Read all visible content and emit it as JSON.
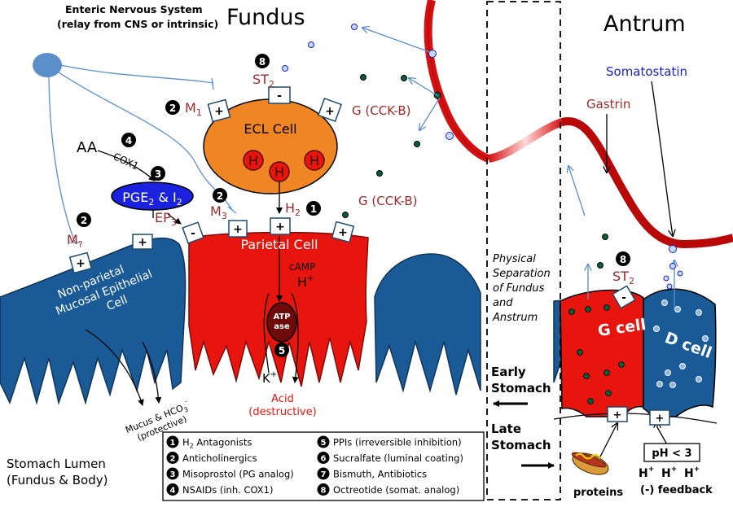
{
  "titles": {
    "fundus": "Fundus",
    "antrum": "Antrum"
  },
  "enteric": {
    "line1": "Enteric Nervous System",
    "line2": "(relay from CNS or intrinsic)"
  },
  "ecl": {
    "label": "ECL Cell",
    "histamine": "H",
    "st2_num": "8",
    "st2": "ST",
    "st2_sub": "2",
    "m1_num": "2",
    "m1": "M",
    "m1_sub": "1",
    "gcckb": "G (CCK-B)",
    "minus": "-",
    "plus": "+"
  },
  "pathway": {
    "aa": "AA",
    "cox1": "COX1",
    "nsaid_num": "4",
    "pg_num": "3",
    "pge2": "PGE",
    "pge2_sub": "2",
    "pge2_amp": " & I",
    "pge2_sub2": "2",
    "ep3": "EP",
    "ep3_sub": "3"
  },
  "parietal": {
    "label": "Parietal Cell",
    "m3_num": "2",
    "m3": "M",
    "m3_sub": "3",
    "h2": "H",
    "h2_sub": "2",
    "h2_num": "1",
    "gcckb": "G (CCK-B)",
    "camp": "cAMP",
    "hplus": "H",
    "hplus_sup": "+",
    "atp1": "ATP",
    "atp2": "ase",
    "ppi_num": "5",
    "kplus": "K",
    "kplus_sup": "+",
    "acid1": "Acid",
    "acid2": "(destructive)"
  },
  "nonparietal": {
    "label1": "Non-parietal",
    "label2": "Mucosal Epithelial",
    "label3": "Cell",
    "m_num": "2",
    "m": "M",
    "m_sub": "?",
    "mucus1": "Mucus & HCO",
    "mucus_sub": "3",
    "mucus_sup": "-",
    "mucus2": "(protective)"
  },
  "lumen": {
    "line1": "Stomach Lumen",
    "line2": "(Fundus & Body)"
  },
  "separation": {
    "lines": [
      "Physical",
      "Separation",
      "of Fundus",
      "and",
      "Anstrum"
    ]
  },
  "timing": {
    "early1": "Early",
    "early2": "Stomach",
    "late1": "Late",
    "late2": "Stomach"
  },
  "antrum": {
    "somatostatin": "Somatostatin",
    "gastrin": "Gastrin",
    "st2_num": "8",
    "st2": "ST",
    "st2_sub": "2",
    "gcell": "G cell",
    "dcell": "D cell",
    "proteins": "proteins",
    "ph": "pH < 3",
    "hions": "H",
    "feedback": "(-) feedback"
  },
  "legend": {
    "items": [
      {
        "num": "1",
        "text": "H",
        "sub": "2",
        "rest": " Antagonists"
      },
      {
        "num": "2",
        "text": "Anticholinergics",
        "sub": "",
        "rest": ""
      },
      {
        "num": "3",
        "text": "Misoprostol (PG analog)",
        "sub": "",
        "rest": ""
      },
      {
        "num": "4",
        "text": "NSAIDs (inh. COX1)",
        "sub": "",
        "rest": ""
      },
      {
        "num": "5",
        "text": "PPIs (irreversible inhibition)",
        "sub": "",
        "rest": ""
      },
      {
        "num": "6",
        "text": "Sucralfate (luminal coating)",
        "sub": "",
        "rest": ""
      },
      {
        "num": "7",
        "text": "Bismuth, Antibiotics",
        "sub": "",
        "rest": ""
      },
      {
        "num": "8",
        "text": "Octreotide (somat. analog)",
        "sub": "",
        "rest": ""
      }
    ]
  },
  "colors": {
    "red_cell": "#e8150f",
    "blue_cell": "#1a5a96",
    "ecl_orange": "#f08523",
    "label_red": "#9b2a2a",
    "som_blue": "#1a22c8",
    "nerve_blue": "#5b8fc9"
  }
}
